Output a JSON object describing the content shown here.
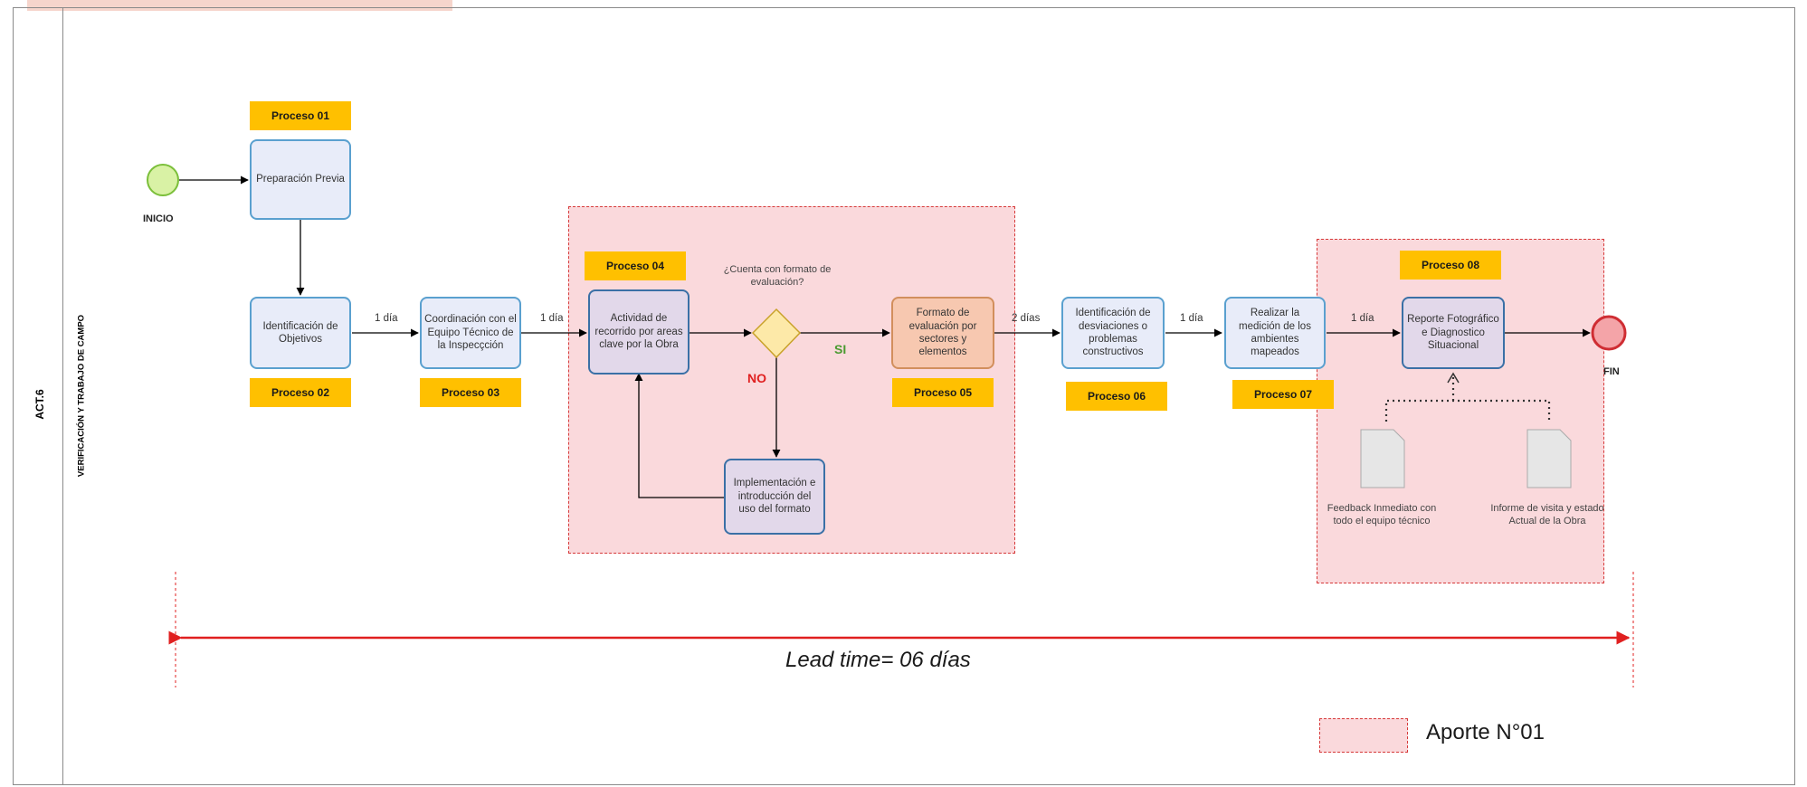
{
  "lane": {
    "id": "ACT.6",
    "title": "VERIFICACIÓN Y TRABAJO DE CAMPO"
  },
  "events": {
    "start_label": "INICIO",
    "end_label": "FIN"
  },
  "processes": [
    {
      "tag": "Proceso 01",
      "text": "Preparación Previa"
    },
    {
      "tag": "Proceso 02",
      "text": "Identificación de Objetivos"
    },
    {
      "tag": "Proceso 03",
      "text": "Coordinación con el Equipo Técnico de la Inspecçción"
    },
    {
      "tag": "Proceso 04",
      "text": "Actividad de recorrido por areas clave por la Obra"
    },
    {
      "tag": "Proceso 05",
      "text": "Formato de evaluación por sectores y elementos"
    },
    {
      "tag": "Proceso 06",
      "text": "Identificación de desviaciones o problemas constructivos"
    },
    {
      "tag": "Proceso 07",
      "text": "Realizar la medición de los ambientes mapeados"
    },
    {
      "tag": "Proceso 08",
      "text": "Reporte Fotográfico e Diagnostico Situacional"
    }
  ],
  "decision": {
    "question": "¿Cuenta con formato de evaluación?",
    "yes": "SI",
    "no": "NO"
  },
  "implementation": "Implementación e introducción del uso del formato",
  "durations": [
    "1 día",
    "1 día",
    "2 días",
    "1 día",
    "1 día"
  ],
  "documents": [
    "Feedback Inmediato con todo el equipo técnico",
    "Informe de visita y estado Actual de la Obra"
  ],
  "lead_time": "Lead time= 06 días",
  "legend": {
    "label": "Aporte N°01"
  },
  "colors": {
    "accent_red": "#e02020",
    "tag_yellow": "#ffc000",
    "zone_pink": "#fad9dc",
    "box_border": "#5aa0cf"
  }
}
